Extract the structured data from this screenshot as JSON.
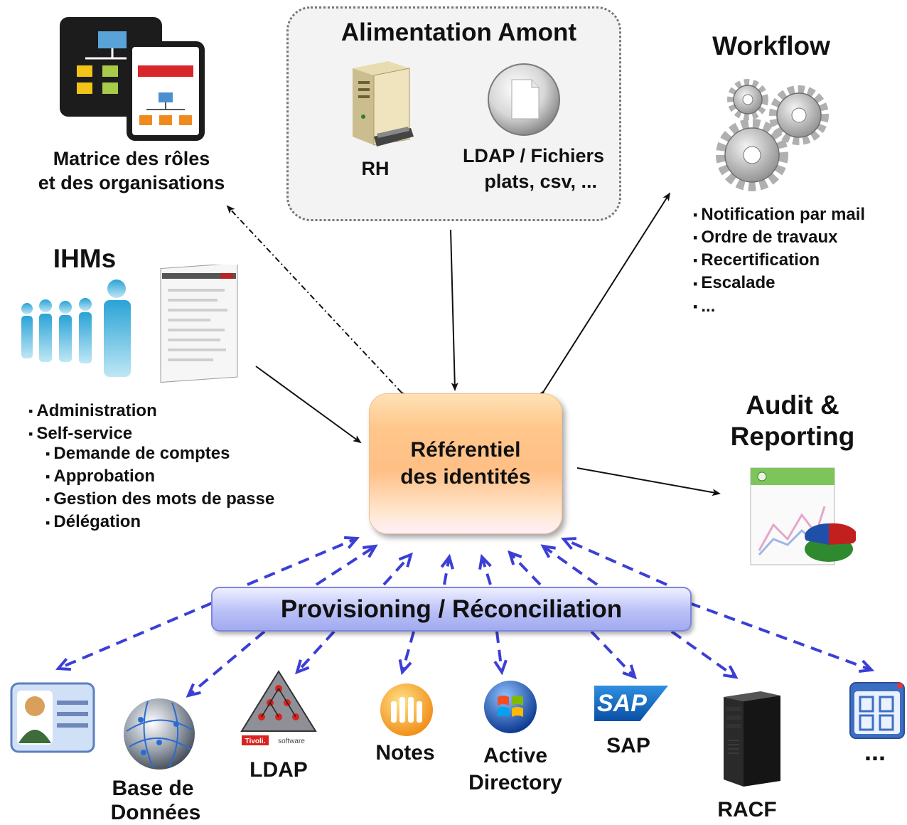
{
  "center": {
    "line1": "Référentiel",
    "line2": "des identités"
  },
  "alimentation": {
    "title": "Alimentation  Amont",
    "rh": "RH",
    "ldap_line1": "LDAP / Fichiers",
    "ldap_line2": "plats, csv, ..."
  },
  "matrice": {
    "line1": "Matrice des rôles",
    "line2": "et des organisations"
  },
  "workflow": {
    "title": "Workflow",
    "items": [
      "Notification par mail",
      "Ordre de travaux",
      "Recertification",
      "Escalade",
      "..."
    ]
  },
  "ihms": {
    "title": "IHMs",
    "items": [
      "Administration",
      "Self-service"
    ],
    "sub_items": [
      "Demande de comptes",
      "Approbation",
      "Gestion des mots de passe",
      "Délégation"
    ]
  },
  "audit": {
    "line1": "Audit &",
    "line2": "Reporting"
  },
  "provisioning": {
    "label": "Provisioning / Réconciliation"
  },
  "targets": {
    "base_line1": "Base de",
    "base_line2": "Données",
    "ldap": "LDAP",
    "tivoli_brand": "Tivoli.",
    "tivoli_software": "software",
    "notes": "Notes",
    "ad_line1": "Active",
    "ad_line2": "Directory",
    "sap": "SAP",
    "sap_logo": "SAP",
    "racf": "RACF",
    "more": "..."
  },
  "colors": {
    "arrow_blue": "#3b3fd6",
    "box_orange": "#ffc68a",
    "bar_blue": "#b9c0f7"
  }
}
